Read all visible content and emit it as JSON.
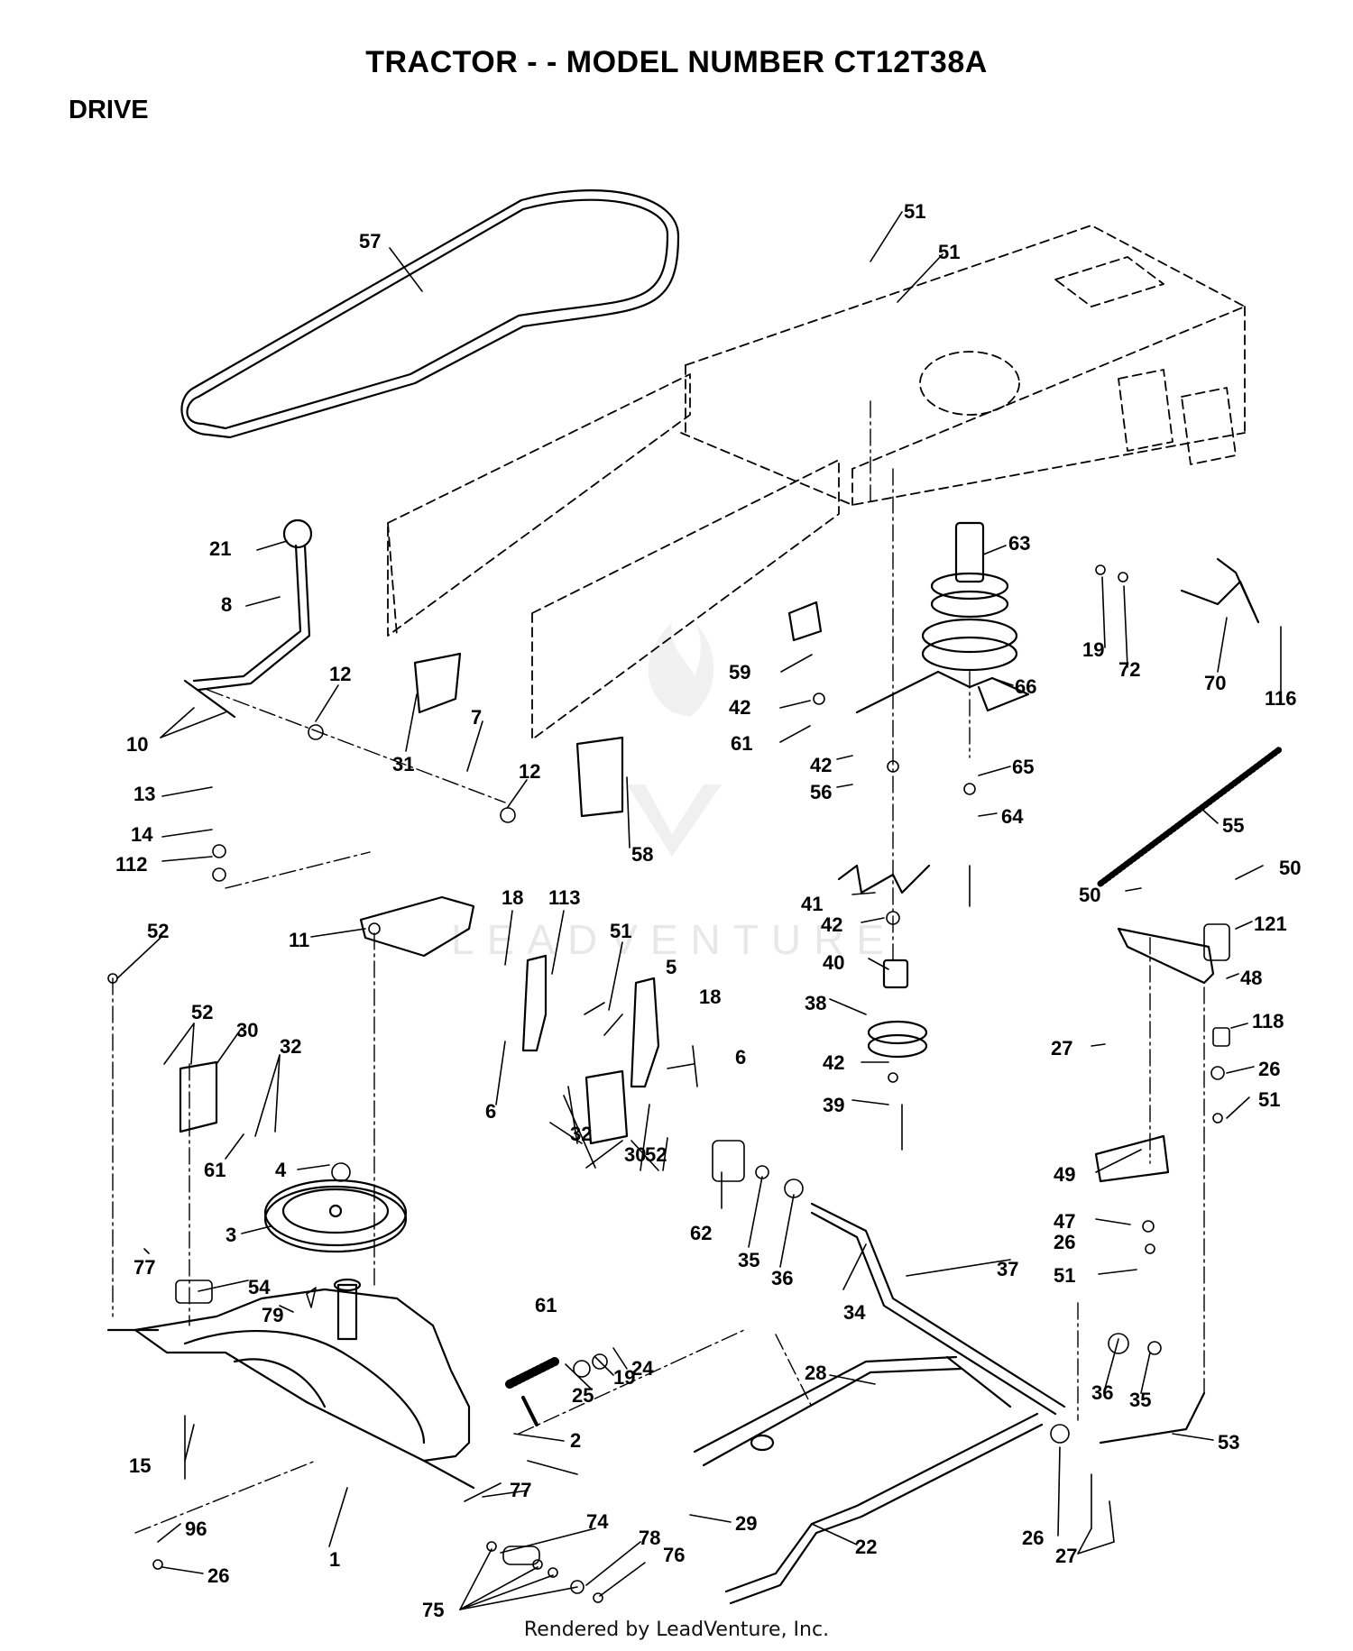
{
  "header": {
    "title": "TRACTOR - - MODEL NUMBER CT12T38A",
    "section": "DRIVE"
  },
  "footer": {
    "credit": "Rendered by LeadVenture, Inc."
  },
  "watermark": {
    "text": "LEADVENTURE"
  },
  "callouts": [
    "57",
    "51",
    "51",
    "63",
    "19",
    "72",
    "70",
    "116",
    "21",
    "8",
    "12",
    "31",
    "7",
    "10",
    "13",
    "14",
    "112",
    "12",
    "58",
    "59",
    "42",
    "61",
    "42",
    "56",
    "66",
    "65",
    "64",
    "55",
    "41",
    "42",
    "40",
    "38",
    "42",
    "39",
    "50",
    "50",
    "121",
    "48",
    "27",
    "118",
    "26",
    "51",
    "18",
    "113",
    "51",
    "5",
    "18",
    "6",
    "6",
    "52",
    "52",
    "30",
    "32",
    "61",
    "11",
    "4",
    "3",
    "61",
    "32",
    "30",
    "52",
    "62",
    "35",
    "36",
    "34",
    "37",
    "49",
    "47",
    "26",
    "51",
    "77",
    "54",
    "79",
    "15",
    "25",
    "19",
    "24",
    "2",
    "77",
    "28",
    "36",
    "35",
    "53",
    "96",
    "1",
    "74",
    "78",
    "76",
    "75",
    "26",
    "29",
    "22",
    "26",
    "27"
  ]
}
